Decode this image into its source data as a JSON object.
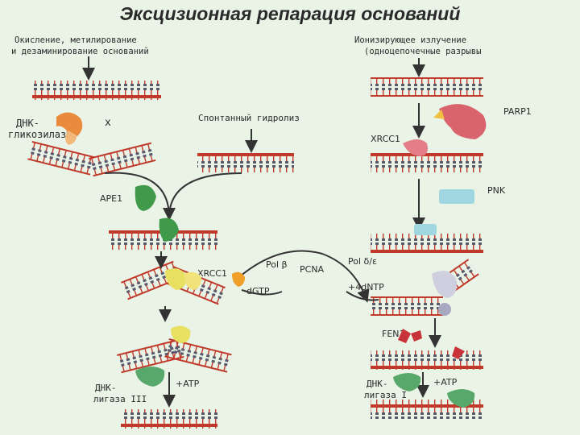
{
  "title": "Эксцизионная репарация оснований",
  "labels": {
    "oxidation_line1": "Окисление, метилирование",
    "oxidation_line2": "и дезаминирование оснований",
    "ionizing_line1": "Ионизирующее излучение",
    "ionizing_line2": "(одноцепочечные разрывы",
    "spontaneous": "Спонтанный гидролиз",
    "dna_glyco_line1": "ДНК-",
    "dna_glyco_line2": "гликозилазы",
    "x_mark": "x",
    "parp1": "PARP1",
    "xrcc1_right": "XRCC1",
    "ape1": "APE1",
    "pnk": "PNK",
    "xrcc1_left": "XRCC1",
    "pol_beta": "Pol β",
    "pcna": "PCNA",
    "pol_delta": "Pol δ/ε",
    "dgtp": "dGTP",
    "four_dntp": "+4dNTP",
    "fen1": "FEN1",
    "ligase3_line1": "ДНК-",
    "ligase3_line2": "лигаза III",
    "atp_left": "+ATP",
    "ligase1_line1": "ДНК-",
    "ligase1_line2": "лигаза I",
    "atp_right": "+ATP",
    "p_mark": "P",
    "oh_mark": "OH"
  },
  "colors": {
    "glycosylase": "#e98a3c",
    "parp1": "#d9646e",
    "ape1": "#3f9a4a",
    "xrcc1": "#e8e060",
    "pol_beta": "#f0a028",
    "pnk": "#9fd6df",
    "pol_delta": "#cfcfe0",
    "fen1": "#c8333a",
    "ligase": "#59a86b",
    "dna_backbone": "#c0392b",
    "dna_base": "#5a5a6e",
    "arrow": "#333333"
  }
}
